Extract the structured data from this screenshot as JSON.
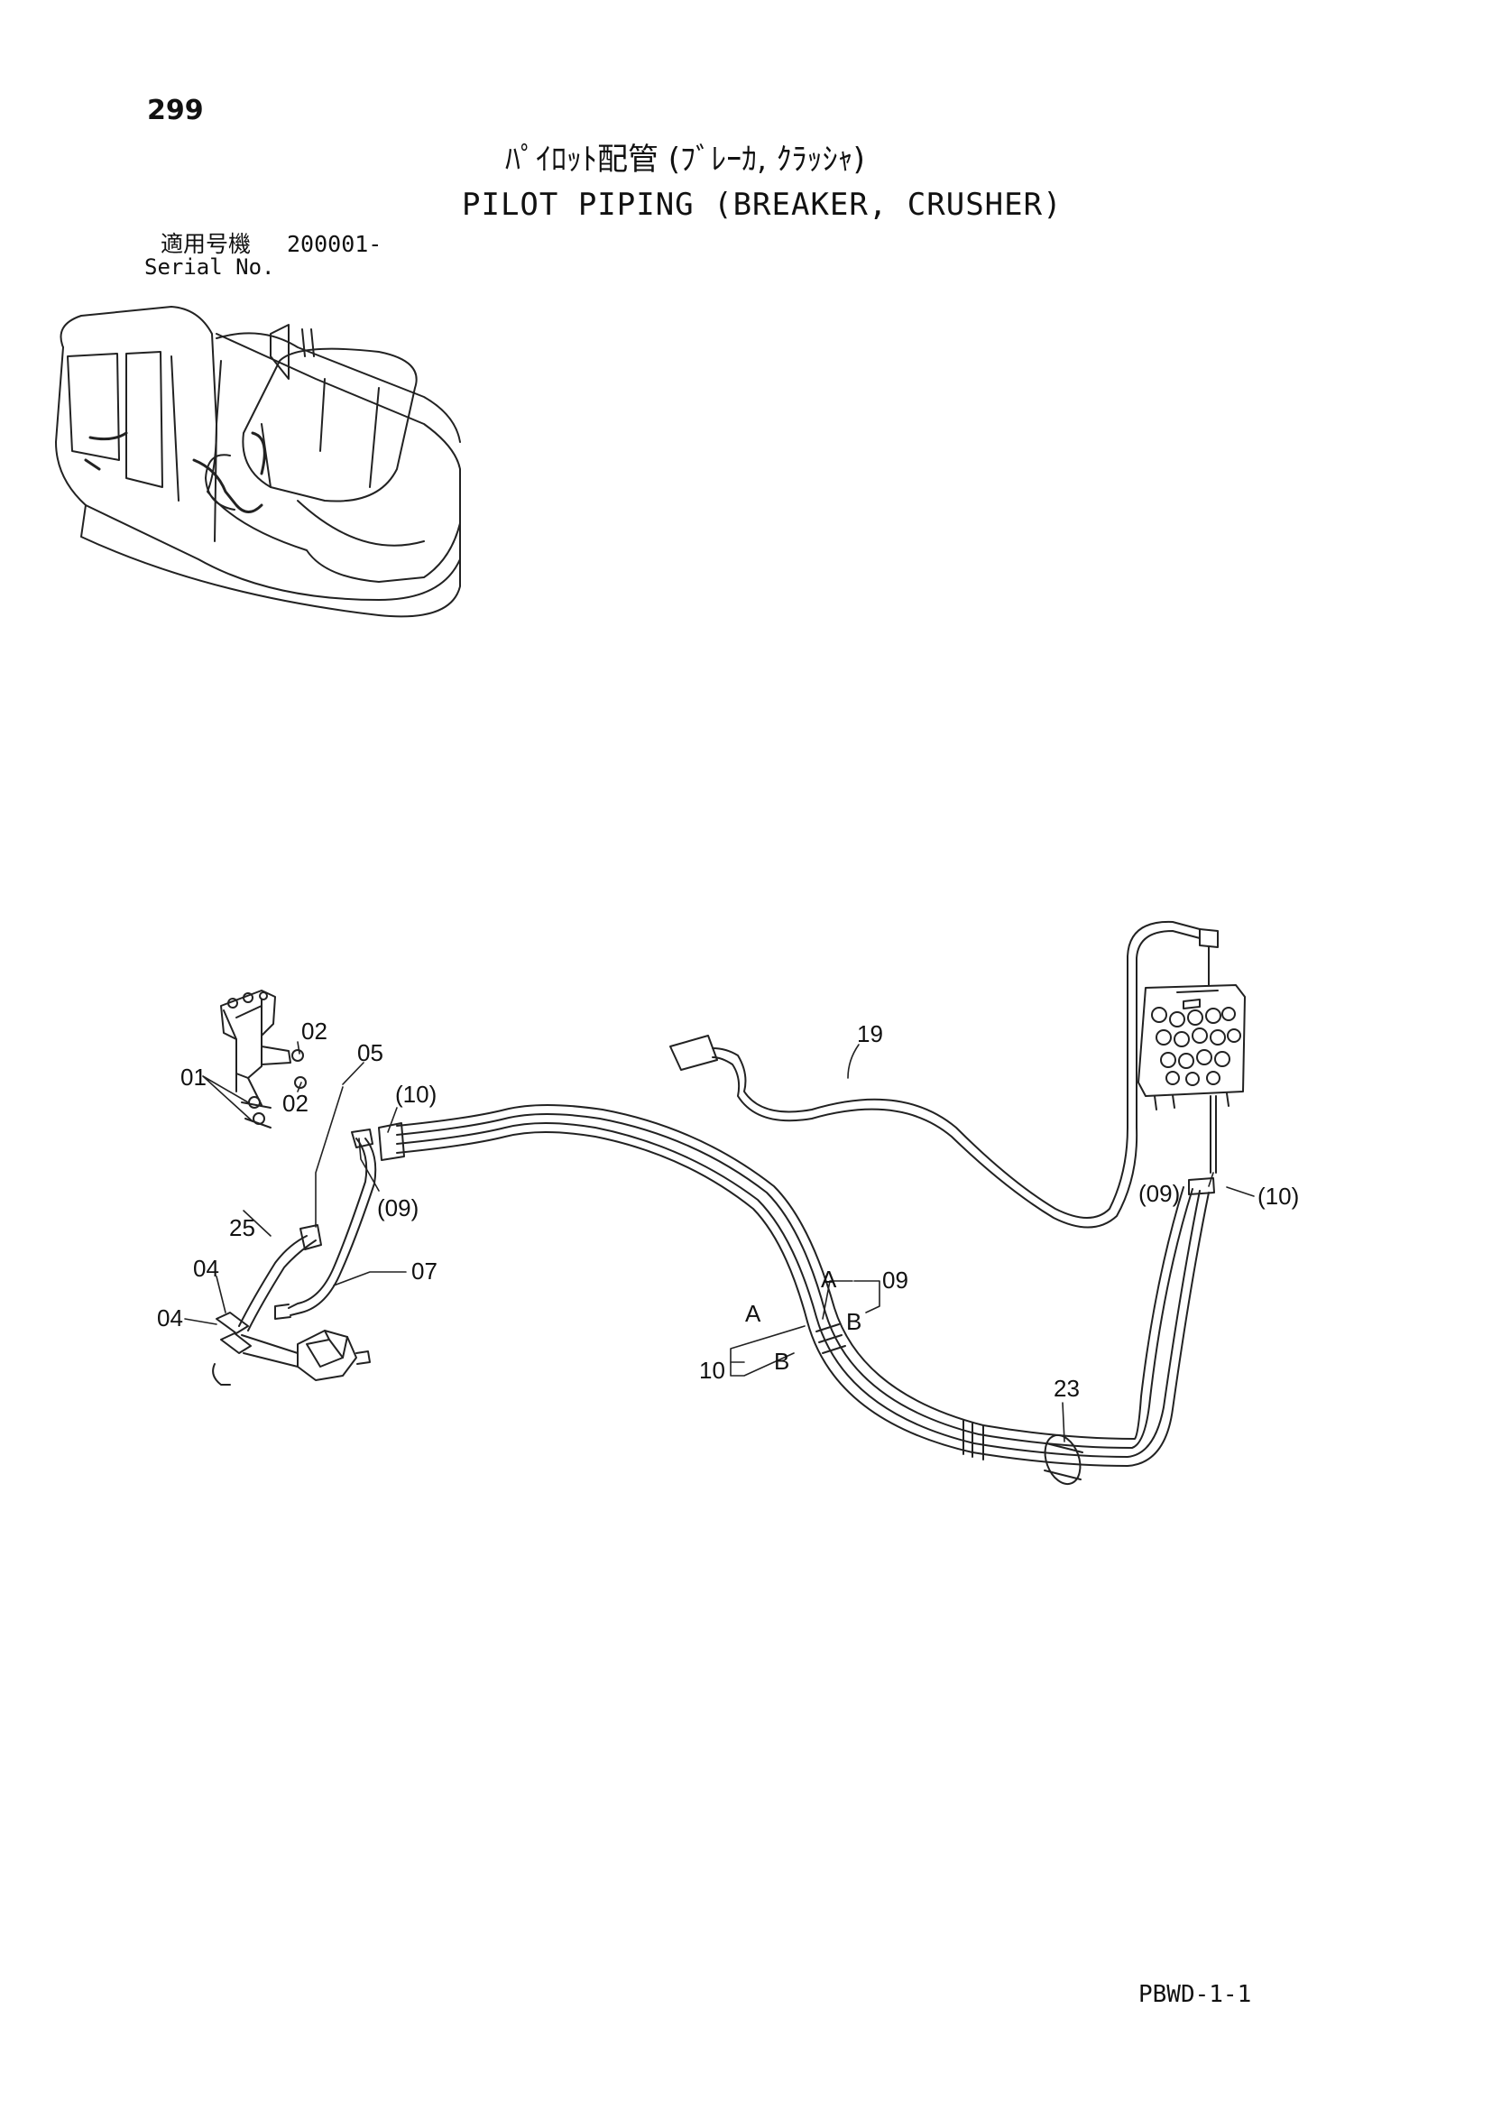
{
  "page": {
    "number": "299",
    "title_jp": "ﾊﾟｲﾛｯﾄ配管 (ﾌﾞﾚｰｶ, ｸﾗｯｼｬ)",
    "title_en": "PILOT PIPING (BREAKER, CRUSHER)",
    "serial_label_jp": "適用号機",
    "serial_value": "200001-",
    "serial_label_en": "Serial No.",
    "doc_code": "PBWD-1-1"
  },
  "callouts": {
    "c01": "01",
    "c02a": "02",
    "c02b": "02",
    "c05": "05",
    "c10a": "(10)",
    "c09a": "(09)",
    "c25": "25",
    "c07": "07",
    "c04a": "04",
    "c04b": "04",
    "c19": "19",
    "c09b": "(09)",
    "c10b": "(10)",
    "c09": "09",
    "c10": "10",
    "cA1": "A",
    "cB1": "B",
    "cA2": "A",
    "cB2": "B",
    "c23": "23"
  }
}
